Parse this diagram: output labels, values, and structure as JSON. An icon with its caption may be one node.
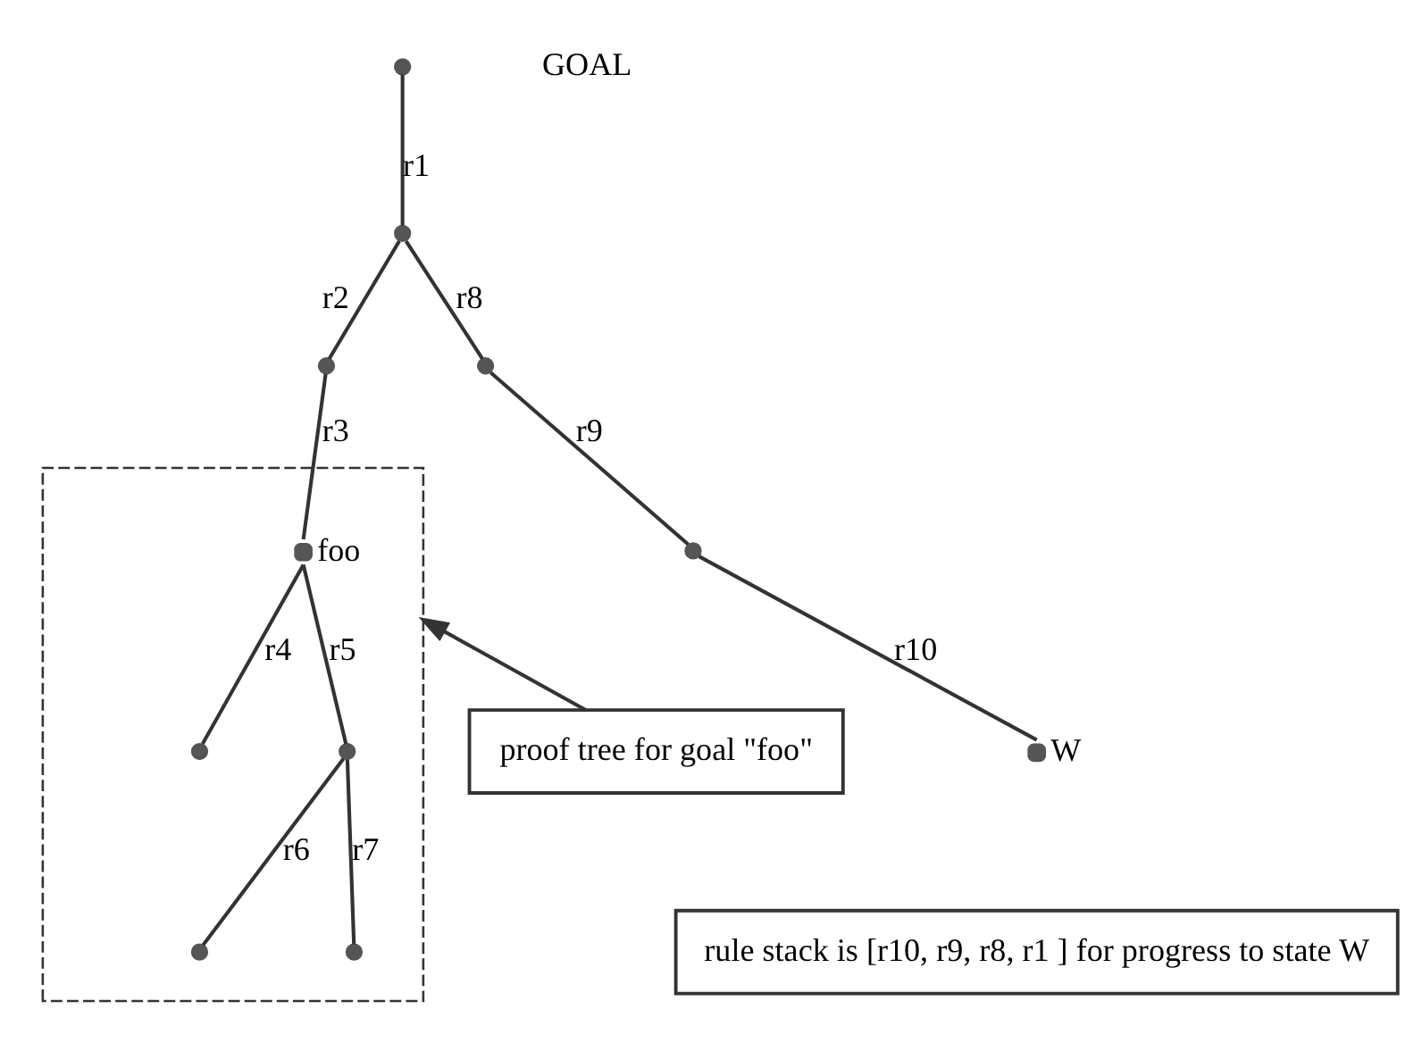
{
  "diagram": {
    "nodes": [
      {
        "text": [],
        "shape": "circle"
      },
      {
        "text": [],
        "shape": "circle"
      },
      {
        "text": [],
        "shape": "circle"
      },
      {
        "text": [],
        "shape": "box"
      },
      {
        "text": [],
        "shape": "circle",
        "in": 3,
        "beside": [
          "foo"
        ]
      },
      {
        "text": [],
        "shape": "circle",
        "in": 3
      },
      {
        "text": [],
        "shape": "circle",
        "in": 3
      },
      {
        "text": [],
        "shape": "circle",
        "in": 3
      },
      {
        "text": [],
        "shape": "circle",
        "in": 3
      },
      {
        "text": [],
        "shape": "circle"
      },
      {
        "text": [],
        "shape": "circle"
      },
      {
        "text": [],
        "shape": "circle",
        "beside": [
          "W"
        ]
      },
      {
        "text": [
          "proof tree for goal \"foo\""
        ]
      },
      {
        "text": [
          "rule stack is [r10, r9, r8, r1 ] for progress to state W"
        ]
      }
    ],
    "edges": [
      {
        "from": 0,
        "to": 1,
        "arrow": "none",
        "label": "r1"
      },
      {
        "from": 1,
        "to": 2,
        "arrow": "none",
        "label": "r2"
      },
      {
        "from": 1,
        "to": 9,
        "arrow": "none",
        "label": "r8"
      },
      {
        "from": 2,
        "to": 4,
        "arrow": "none",
        "label": "r3"
      },
      {
        "from": 4,
        "to": 5,
        "arrow": "none",
        "label": "r4"
      },
      {
        "from": 4,
        "to": 6,
        "arrow": "none",
        "label": "r5"
      },
      {
        "from": 6,
        "to": 7,
        "arrow": "none",
        "label": "r6"
      },
      {
        "from": 6,
        "to": 8,
        "arrow": "none",
        "label": "r7"
      },
      {
        "from": 9,
        "to": 10,
        "arrow": "none",
        "label": "r9"
      },
      {
        "from": 10,
        "to": 11,
        "arrow": "none",
        "label": "r10"
      },
      {
        "from": 12,
        "to": 3,
        "arrow": "to"
      }
    ],
    "labels": [
      "GOAL"
    ]
  }
}
